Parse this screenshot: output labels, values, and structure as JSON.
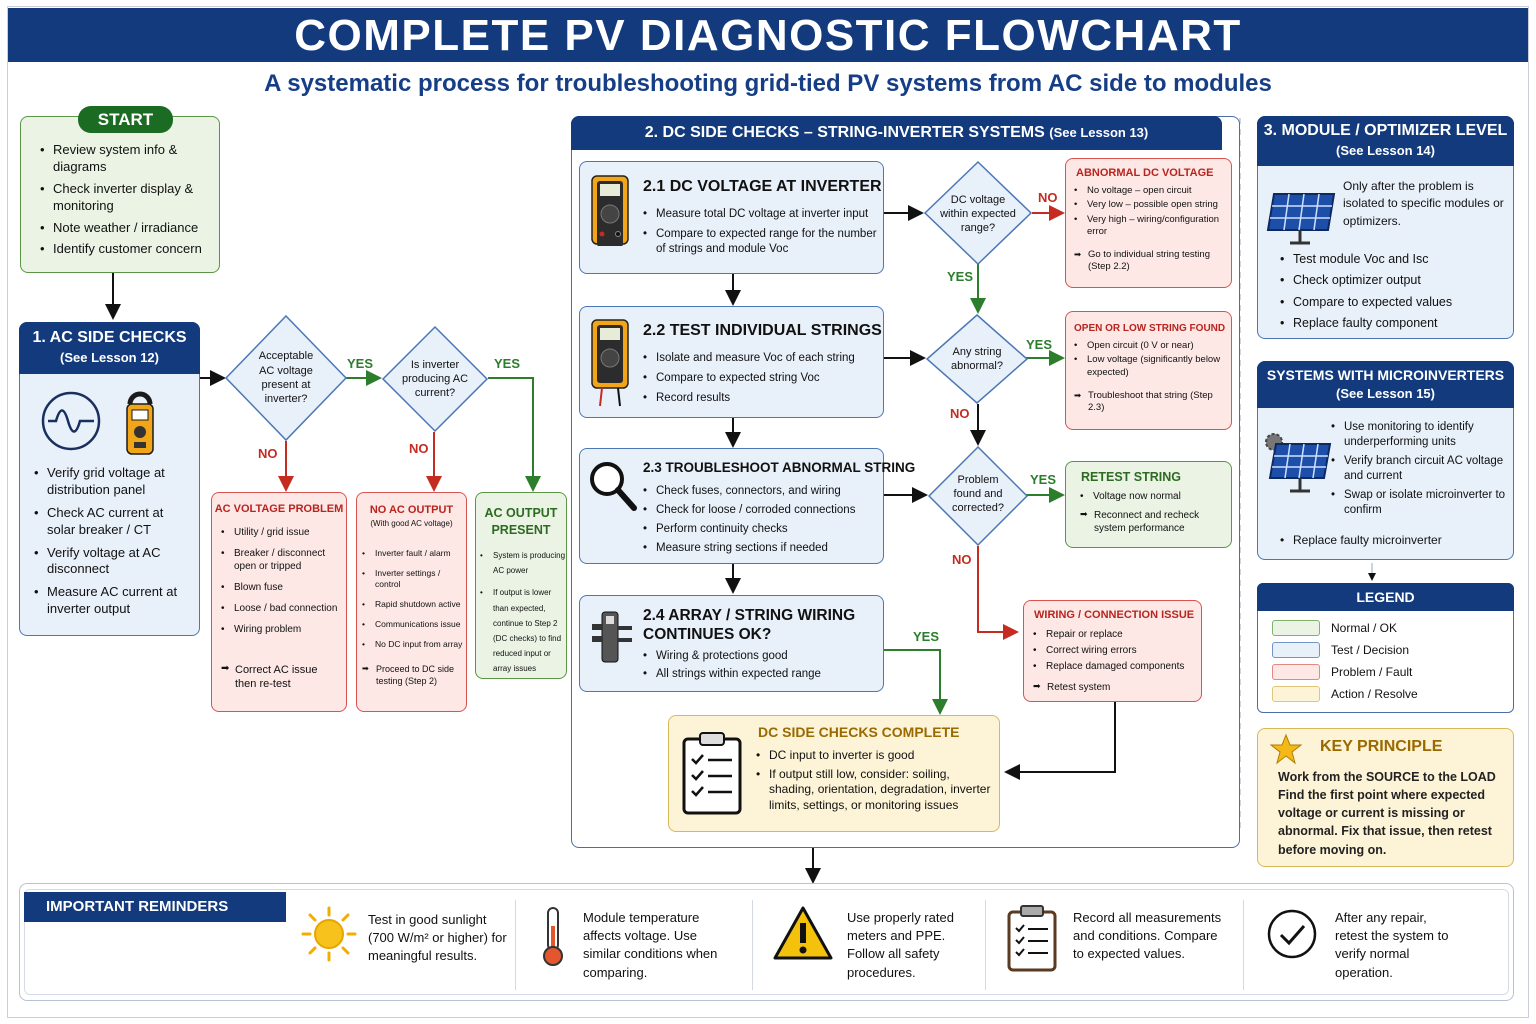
{
  "title": "COMPLETE PV DIAGNOSTIC FLOWCHART",
  "subtitle": "A systematic process for troubleshooting grid-tied PV systems from AC side to modules",
  "start": {
    "label": "START",
    "items": [
      "Review system info & diagrams",
      "Check inverter display & monitoring",
      "Note weather / irradiance",
      "Identify customer concern"
    ]
  },
  "ac": {
    "title": "1. AC SIDE CHECKS",
    "lesson": "(See Lesson 12)",
    "items": [
      "Verify grid voltage at distribution panel",
      "Check AC current at solar breaker / CT",
      "Verify voltage at AC disconnect",
      "Measure AC current at inverter output"
    ],
    "d1": "Acceptable AC voltage present at inverter?",
    "d2": "Is inverter producing AC current?",
    "yes": "YES",
    "no": "NO",
    "voltage_problem": {
      "title": "AC VOLTAGE PROBLEM",
      "items": [
        "Utility / grid issue",
        "Breaker / disconnect open or tripped",
        "Blown fuse",
        "Loose / bad connection",
        "Wiring problem"
      ],
      "action": "Correct AC issue then re-test"
    },
    "no_output": {
      "title": "NO AC OUTPUT",
      "subtitle": "(With good AC voltage)",
      "items": [
        "Inverter fault / alarm",
        "Inverter settings / control",
        "Rapid shutdown active",
        "Communications issue",
        "No DC input from array"
      ],
      "action": "Proceed to DC side testing (Step 2)"
    },
    "output_present": {
      "title": "AC OUTPUT PRESENT",
      "items": [
        "System is producing AC power",
        "If output is lower than expected, continue to Step 2 (DC checks) to find reduced input or array issues"
      ]
    }
  },
  "dc": {
    "title": "2. DC SIDE CHECKS – STRING-INVERTER SYSTEMS",
    "lesson": "(See Lesson 13)",
    "s21": {
      "title": "2.1 DC VOLTAGE AT INVERTER",
      "items": [
        "Measure total DC voltage at inverter input",
        "Compare to expected range for the number of strings and module Voc"
      ]
    },
    "s22": {
      "title": "2.2 TEST INDIVIDUAL STRINGS",
      "items": [
        "Isolate and measure Voc of each string",
        "Compare to expected string Voc",
        "Record results"
      ]
    },
    "s23": {
      "title": "2.3 TROUBLESHOOT ABNORMAL STRING",
      "items": [
        "Check fuses, connectors, and wiring",
        "Check for loose / corroded connections",
        "Perform continuity checks",
        "Measure string sections if needed"
      ]
    },
    "s24": {
      "title": "2.4 ARRAY / STRING WIRING CONTINUES OK?",
      "items": [
        "Wiring & protections good",
        "All strings within expected range"
      ]
    },
    "d1": "DC voltage within expected range?",
    "d2": "Any string abnormal?",
    "d3": "Problem found and corrected?",
    "abnormal_dc": {
      "title": "ABNORMAL DC VOLTAGE",
      "items": [
        "No voltage – open circuit",
        "Very low – possible open string",
        "Very high – wiring/configuration error"
      ],
      "action": "Go to individual string testing (Step 2.2)"
    },
    "open_low": {
      "title": "OPEN OR LOW STRING FOUND",
      "items": [
        "Open circuit (0 V or near)",
        "Low voltage (significantly below expected)"
      ],
      "action": "Troubleshoot that string (Step 2.3)"
    },
    "retest": {
      "title": "RETEST STRING",
      "items": [
        "Voltage now normal"
      ],
      "action": "Reconnect and recheck system performance"
    },
    "wiring_issue": {
      "title": "WIRING / CONNECTION ISSUE",
      "items": [
        "Repair or replace",
        "Correct wiring errors",
        "Replace damaged components"
      ],
      "action": "Retest system"
    },
    "complete": {
      "title": "DC SIDE CHECKS COMPLETE",
      "items": [
        "DC input to inverter is good",
        "If output still low, consider: soiling, shading, orientation, degradation, inverter limits, settings, or monitoring issues"
      ]
    }
  },
  "module": {
    "title": "3. MODULE / OPTIMIZER LEVEL",
    "lesson": "(See Lesson 14)",
    "intro": "Only after the problem is isolated to specific modules or optimizers.",
    "items": [
      "Test module Voc and Isc",
      "Check optimizer output",
      "Compare to expected values",
      "Replace faulty component"
    ]
  },
  "micro": {
    "title": "SYSTEMS WITH MICROINVERTERS",
    "lesson": "(See Lesson 15)",
    "items": [
      "Use monitoring to identify underperforming units",
      "Verify branch circuit AC voltage and current",
      "Swap or isolate microinverter to confirm"
    ],
    "last": "Replace faulty microinverter"
  },
  "legend": {
    "title": "LEGEND",
    "items": [
      {
        "label": "Normal / OK",
        "color": "#eaf3e4",
        "border": "#7fb36a"
      },
      {
        "label": "Test / Decision",
        "color": "#e8f0fa",
        "border": "#6f95c9"
      },
      {
        "label": "Problem / Fault",
        "color": "#fde8e6",
        "border": "#e08a85"
      },
      {
        "label": "Action / Resolve",
        "color": "#fdf3d6",
        "border": "#e2c678"
      }
    ]
  },
  "key": {
    "title": "KEY PRINCIPLE",
    "text": "Work from the SOURCE to the LOAD Find the first point where expected voltage or current is missing or abnormal. Fix that issue, then retest before moving on."
  },
  "reminders": {
    "title": "IMPORTANT REMINDERS",
    "items": [
      "Test in good sunlight (700 W/m² or higher) for meaningful results.",
      "Module temperature affects voltage. Use similar conditions when comparing.",
      "Use properly rated meters and PPE. Follow all safety procedures.",
      "Record all measurements and conditions. Compare to expected values.",
      "After any repair, retest the system to verify normal operation."
    ]
  },
  "colors": {
    "navy": "#123a7d",
    "green": "#2c7d2c",
    "red": "#c62b22"
  }
}
